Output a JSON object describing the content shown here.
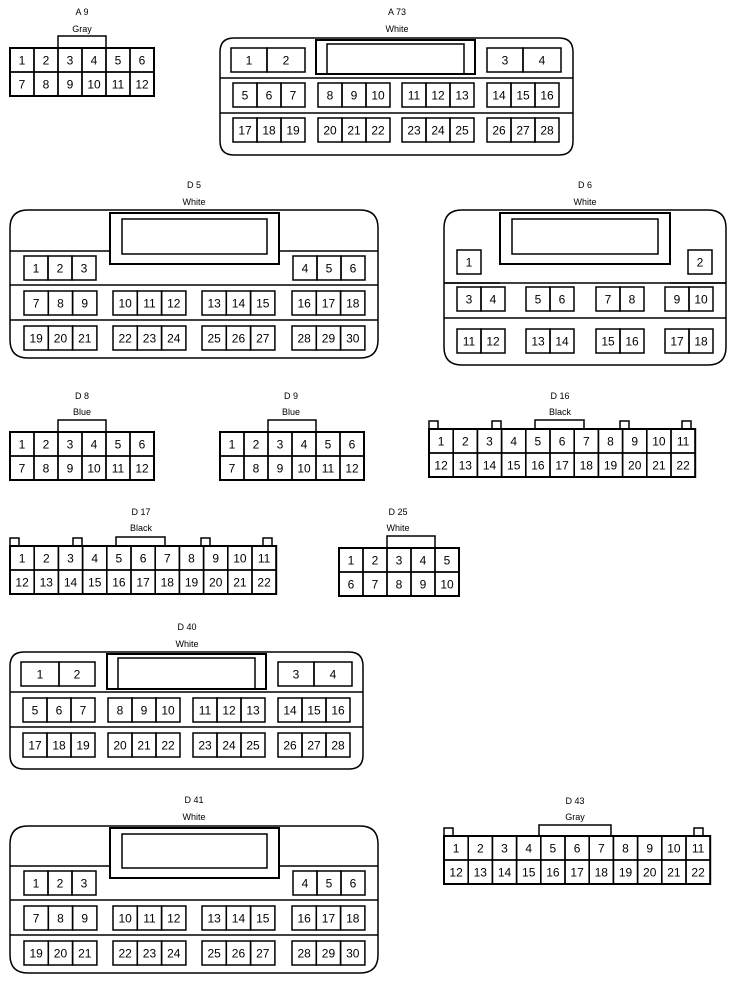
{
  "connectors": [
    {
      "id": "A9",
      "name": "A 9",
      "color": "Gray",
      "rows": [
        [
          "1",
          "2",
          "3",
          "4",
          "5",
          "6"
        ],
        [
          "7",
          "8",
          "9",
          "10",
          "11",
          "12"
        ]
      ]
    },
    {
      "id": "A73",
      "name": "A 73",
      "color": "White",
      "top": [
        "1",
        "2",
        "3",
        "4"
      ],
      "rows": [
        [
          "5",
          "6",
          "7",
          "8",
          "9",
          "10",
          "11",
          "12",
          "13",
          "14",
          "15",
          "16"
        ],
        [
          "17",
          "18",
          "19",
          "20",
          "21",
          "22",
          "23",
          "24",
          "25",
          "26",
          "27",
          "28"
        ]
      ]
    },
    {
      "id": "D5",
      "name": "D 5",
      "color": "White",
      "top": [
        "1",
        "2",
        "3",
        "4",
        "5",
        "6"
      ],
      "rows": [
        [
          "7",
          "8",
          "9",
          "10",
          "11",
          "12",
          "13",
          "14",
          "15",
          "16",
          "17",
          "18"
        ],
        [
          "19",
          "20",
          "21",
          "22",
          "23",
          "24",
          "25",
          "26",
          "27",
          "28",
          "29",
          "30"
        ]
      ]
    },
    {
      "id": "D6",
      "name": "D 6",
      "color": "White",
      "top": [
        "1",
        "2"
      ],
      "rows": [
        [
          "3",
          "4",
          "5",
          "6",
          "7",
          "8",
          "9",
          "10"
        ],
        [
          "11",
          "12",
          "13",
          "14",
          "15",
          "16",
          "17",
          "18"
        ]
      ]
    },
    {
      "id": "D8",
      "name": "D 8",
      "color": "Blue",
      "rows": [
        [
          "1",
          "2",
          "3",
          "4",
          "5",
          "6"
        ],
        [
          "7",
          "8",
          "9",
          "10",
          "11",
          "12"
        ]
      ]
    },
    {
      "id": "D9",
      "name": "D 9",
      "color": "Blue",
      "rows": [
        [
          "1",
          "2",
          "3",
          "4",
          "5",
          "6"
        ],
        [
          "7",
          "8",
          "9",
          "10",
          "11",
          "12"
        ]
      ]
    },
    {
      "id": "D16",
      "name": "D 16",
      "color": "Black",
      "rows": [
        [
          "1",
          "2",
          "3",
          "4",
          "5",
          "6",
          "7",
          "8",
          "9",
          "10",
          "11"
        ],
        [
          "12",
          "13",
          "14",
          "15",
          "16",
          "17",
          "18",
          "19",
          "20",
          "21",
          "22"
        ]
      ]
    },
    {
      "id": "D17",
      "name": "D 17",
      "color": "Black",
      "rows": [
        [
          "1",
          "2",
          "3",
          "4",
          "5",
          "6",
          "7",
          "8",
          "9",
          "10",
          "11"
        ],
        [
          "12",
          "13",
          "14",
          "15",
          "16",
          "17",
          "18",
          "19",
          "20",
          "21",
          "22"
        ]
      ]
    },
    {
      "id": "D25",
      "name": "D 25",
      "color": "White",
      "rows": [
        [
          "1",
          "2",
          "3",
          "4",
          "5"
        ],
        [
          "6",
          "7",
          "8",
          "9",
          "10"
        ]
      ]
    },
    {
      "id": "D40",
      "name": "D 40",
      "color": "White",
      "top": [
        "1",
        "2",
        "3",
        "4"
      ],
      "rows": [
        [
          "5",
          "6",
          "7",
          "8",
          "9",
          "10",
          "11",
          "12",
          "13",
          "14",
          "15",
          "16"
        ],
        [
          "17",
          "18",
          "19",
          "20",
          "21",
          "22",
          "23",
          "24",
          "25",
          "26",
          "27",
          "28"
        ]
      ]
    },
    {
      "id": "D41",
      "name": "D 41",
      "color": "White",
      "top": [
        "1",
        "2",
        "3",
        "4",
        "5",
        "6"
      ],
      "rows": [
        [
          "7",
          "8",
          "9",
          "10",
          "11",
          "12",
          "13",
          "14",
          "15",
          "16",
          "17",
          "18"
        ],
        [
          "19",
          "20",
          "21",
          "22",
          "23",
          "24",
          "25",
          "26",
          "27",
          "28",
          "29",
          "30"
        ]
      ]
    },
    {
      "id": "D43",
      "name": "D 43",
      "color": "Gray",
      "rows": [
        [
          "1",
          "2",
          "3",
          "4",
          "5",
          "6",
          "7",
          "8",
          "9",
          "10",
          "11"
        ],
        [
          "12",
          "13",
          "14",
          "15",
          "16",
          "17",
          "18",
          "19",
          "20",
          "21",
          "22"
        ]
      ]
    }
  ]
}
